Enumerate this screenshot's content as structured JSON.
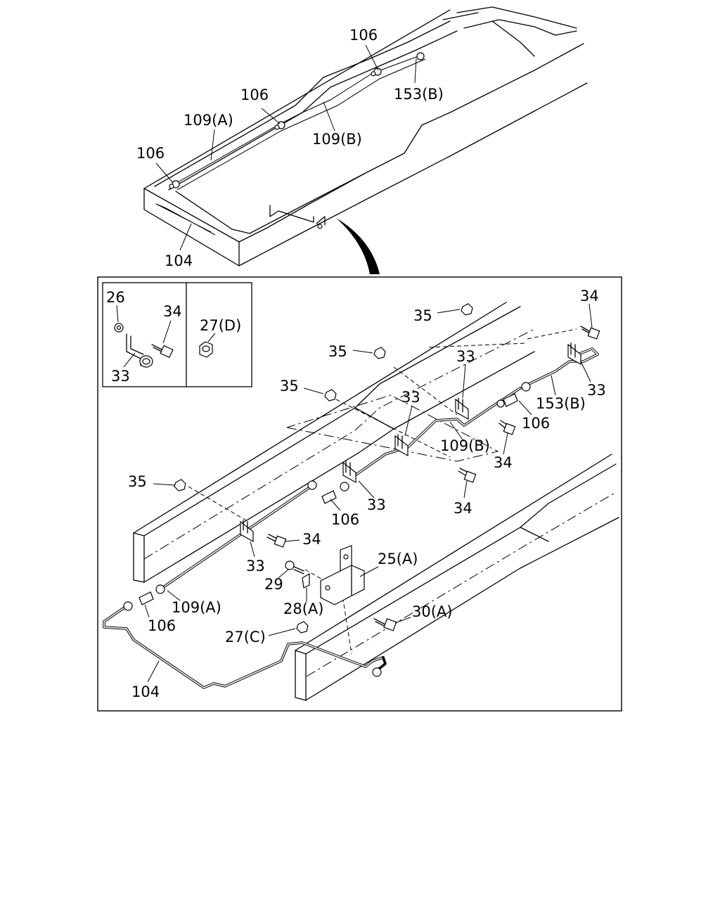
{
  "diagram": {
    "upper_view": {
      "callouts": {
        "c106_top": "106",
        "c153b": "153(B)",
        "c106_mid": "106",
        "c109a": "109(A)",
        "c109b": "109(B)",
        "c106_left": "106",
        "c104": "104"
      }
    },
    "inset": {
      "left": {
        "c26": "26",
        "c34": "34",
        "c33": "33"
      },
      "right": {
        "c27d": "27(D)"
      }
    },
    "detail_view": {
      "callouts": {
        "c35_a": "35",
        "c34_a": "34",
        "c35_b": "35",
        "c33_a": "33",
        "c33_b": "33",
        "c35_c": "35",
        "c33_c": "33",
        "c153b": "153(B)",
        "c106_a": "106",
        "c109b": "109(B)",
        "c34_b": "34",
        "c35_d": "35",
        "c33_d": "33",
        "c106_b": "106",
        "c34_c": "34",
        "c34_d": "34",
        "c33_e": "33",
        "c25a": "25(A)",
        "c29": "29",
        "c109a": "109(A)",
        "c28a": "28(A)",
        "c106_c": "106",
        "c30a": "30(A)",
        "c27c": "27(C)",
        "c104": "104"
      }
    }
  }
}
